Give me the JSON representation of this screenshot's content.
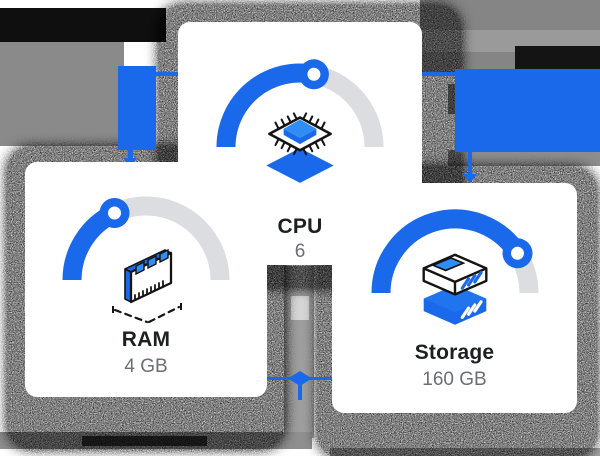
{
  "cards": [
    {
      "id": "cpu",
      "label": "CPU",
      "value": "6",
      "gauge_fraction": 0.56,
      "icon": "cpu-chip-icon"
    },
    {
      "id": "ram",
      "label": "RAM",
      "value": "4 GB",
      "gauge_fraction": 0.36,
      "icon": "ram-module-icon"
    },
    {
      "id": "storage",
      "label": "Storage",
      "value": "160 GB",
      "gauge_fraction": 0.82,
      "icon": "storage-drive-icon"
    }
  ],
  "colors": {
    "accent_blue": "#1a69eb",
    "icon_light_blue": "#2f8df5",
    "gauge_track": "#dcdde0",
    "title_text": "#1d1f23",
    "value_text": "#6b6e74",
    "card_bg": "#ffffff",
    "shadow_black": "#000000",
    "artifact_gray": "#8a8a8a"
  }
}
